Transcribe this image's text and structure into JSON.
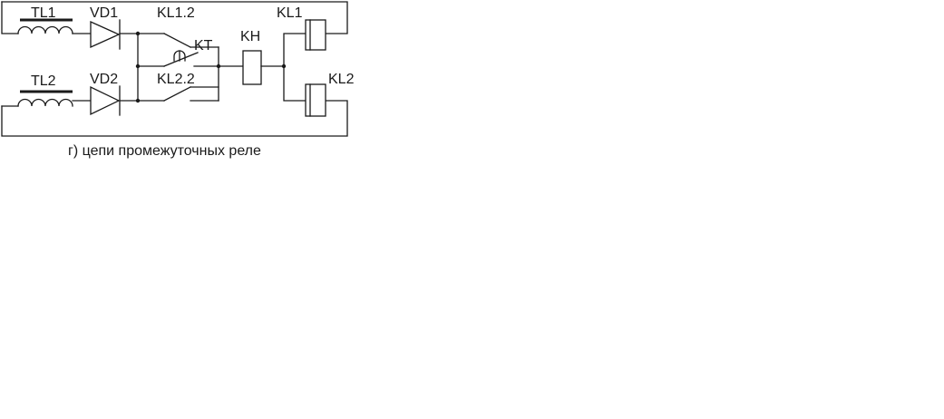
{
  "diagram": {
    "labels": {
      "tl1": "TL1",
      "tl2": "TL2",
      "vd1": "VD1",
      "vd2": "VD2",
      "kl1_2": "KL1.2",
      "kl2_2": "KL2.2",
      "kt": "KT",
      "kh": "KH",
      "kl1": "KL1",
      "kl2": "KL2"
    },
    "caption": "г) цепи промежуточных реле"
  }
}
